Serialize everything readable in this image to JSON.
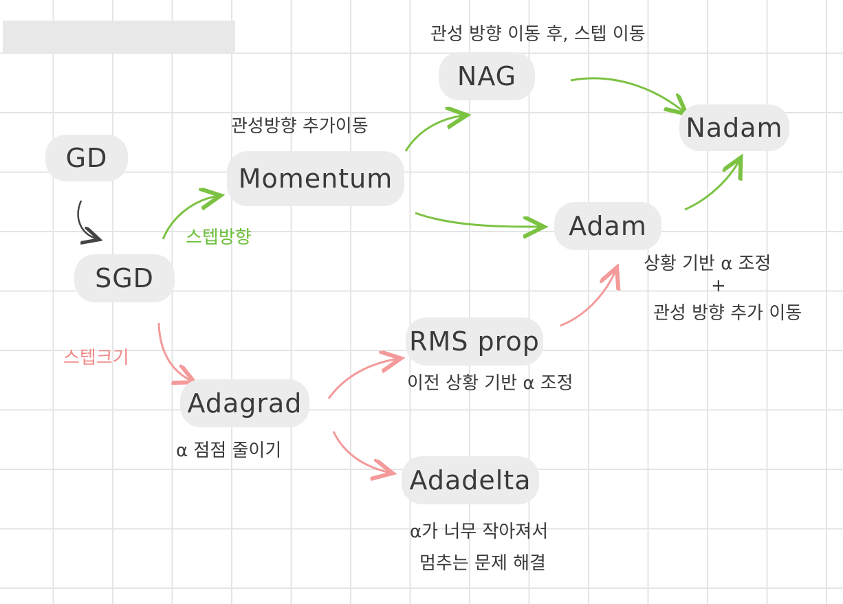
{
  "nodes": {
    "gd": "GD",
    "sgd": "SGD",
    "momentum": "Momentum",
    "nag": "NAG",
    "nadam": "Nadam",
    "adam": "Adam",
    "adagrad": "Adagrad",
    "rmsprop": "RMS prop",
    "adadelta": "Adadelta"
  },
  "notes": {
    "momentum": "관성방향 추가이동",
    "nag": "관성 방향 이동 후, 스텝 이동",
    "step_direction": "스텝방향",
    "step_size": "스텝크기",
    "adam_line1": "상황 기반 α 조정",
    "adam_plus": "+",
    "adam_line2": "관성 방향 추가 이동",
    "rmsprop": "이전 상황 기반 α 조정",
    "adagrad": "α 점점 줄이기",
    "adadelta_line1": "α가 너무 작아져서",
    "adadelta_line2": "멈추는 문제 해결"
  },
  "colors": {
    "grid": "#e4e4e4",
    "node_bg": "#ececec",
    "arrow_green": "#7cc242",
    "arrow_pink": "#f49a9a",
    "arrow_dark": "#444444"
  }
}
